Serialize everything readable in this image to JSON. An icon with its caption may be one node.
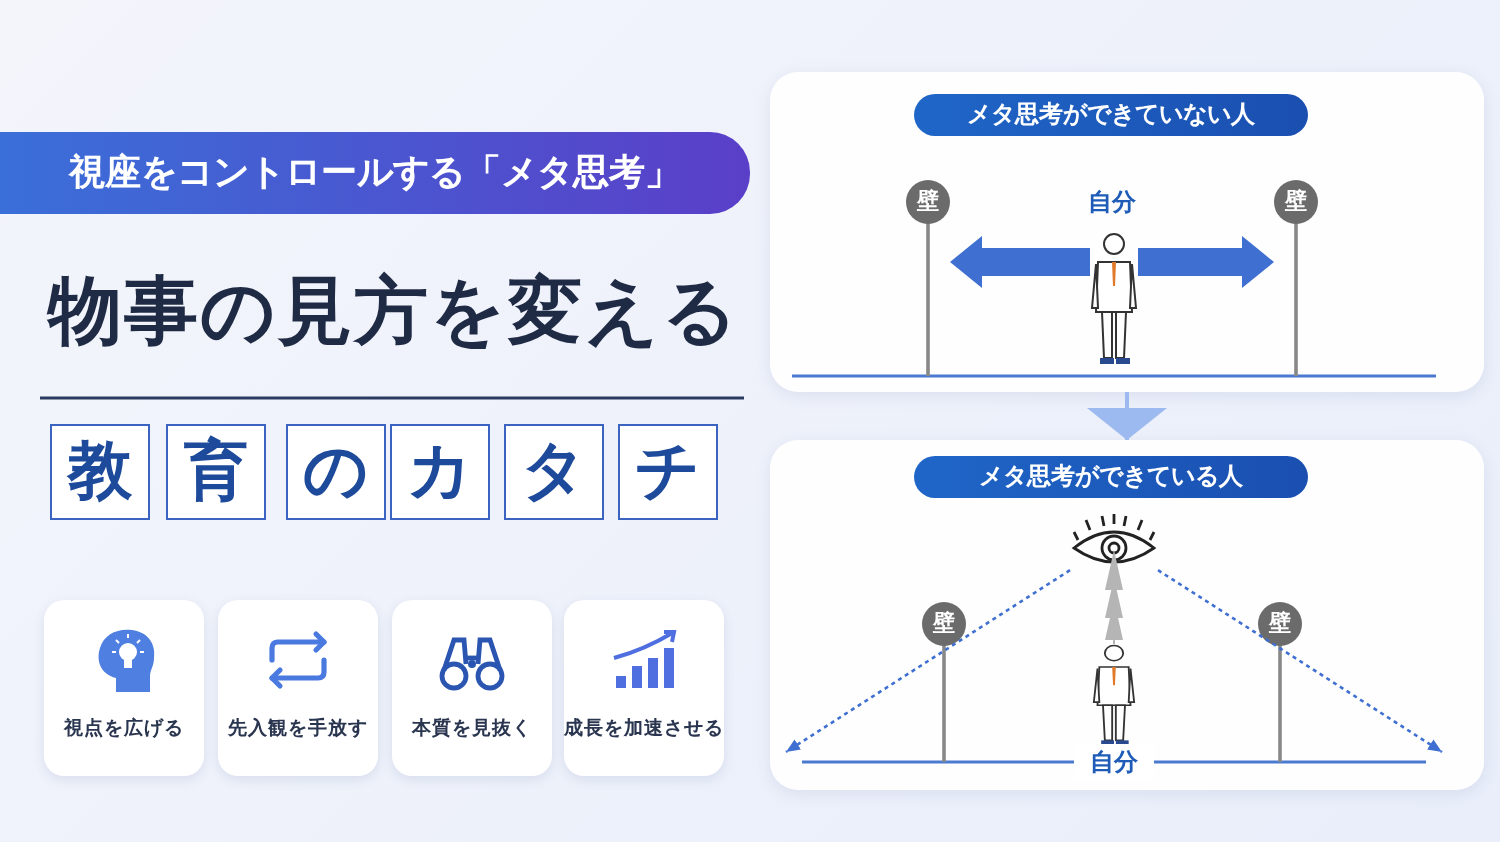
{
  "diagram": {
    "title": "物事の見方を変える",
    "nodes": [
      {
        "text": [
          "視座をコントロールする「メタ思考」"
        ]
      },
      {
        "text": [
          "教"
        ]
      },
      {
        "text": [
          "育"
        ]
      },
      {
        "text": [
          "の"
        ]
      },
      {
        "text": [
          "カ"
        ]
      },
      {
        "text": [
          "タ"
        ]
      },
      {
        "text": [
          "チ"
        ]
      },
      {
        "text": [
          "視点を広げる"
        ]
      },
      {
        "text": [
          "先入観を手放す"
        ]
      },
      {
        "text": [
          "本質を見抜く"
        ]
      },
      {
        "text": [
          "成長を加速させる"
        ]
      },
      {
        "text": [
          "メタ思考ができていない人"
        ]
      },
      {
        "text": [
          "壁"
        ],
        "in": 11
      },
      {
        "text": [],
        "shape": "person",
        "in": 11,
        "beside": [
          "自分"
        ]
      },
      {
        "text": [
          "壁"
        ],
        "in": 11
      },
      {
        "text": [
          "メタ思考ができている人"
        ]
      },
      {
        "text": [],
        "shape": "picture",
        "in": 15
      },
      {
        "text": [
          "壁"
        ],
        "in": 15
      },
      {
        "text": [],
        "shape": "person",
        "in": 15,
        "beside": [
          "自分"
        ]
      },
      {
        "text": [
          "壁"
        ],
        "in": 15
      }
    ],
    "edges": [
      {
        "from": 13,
        "to": 12,
        "arrow": "to",
        "style": "thick"
      },
      {
        "from": 13,
        "to": 14,
        "arrow": "to",
        "style": "thick"
      },
      {
        "from": 11,
        "to": 15,
        "arrow": "to",
        "color": "#9dbaf0"
      },
      {
        "from": 18,
        "to": 16,
        "arrow": "to",
        "color": "#b5b5b5"
      },
      {
        "from": 16,
        "to": null,
        "arrow": "to",
        "style": "dashed"
      },
      {
        "from": 16,
        "to": null,
        "arrow": "to",
        "style": "dashed"
      }
    ]
  }
}
